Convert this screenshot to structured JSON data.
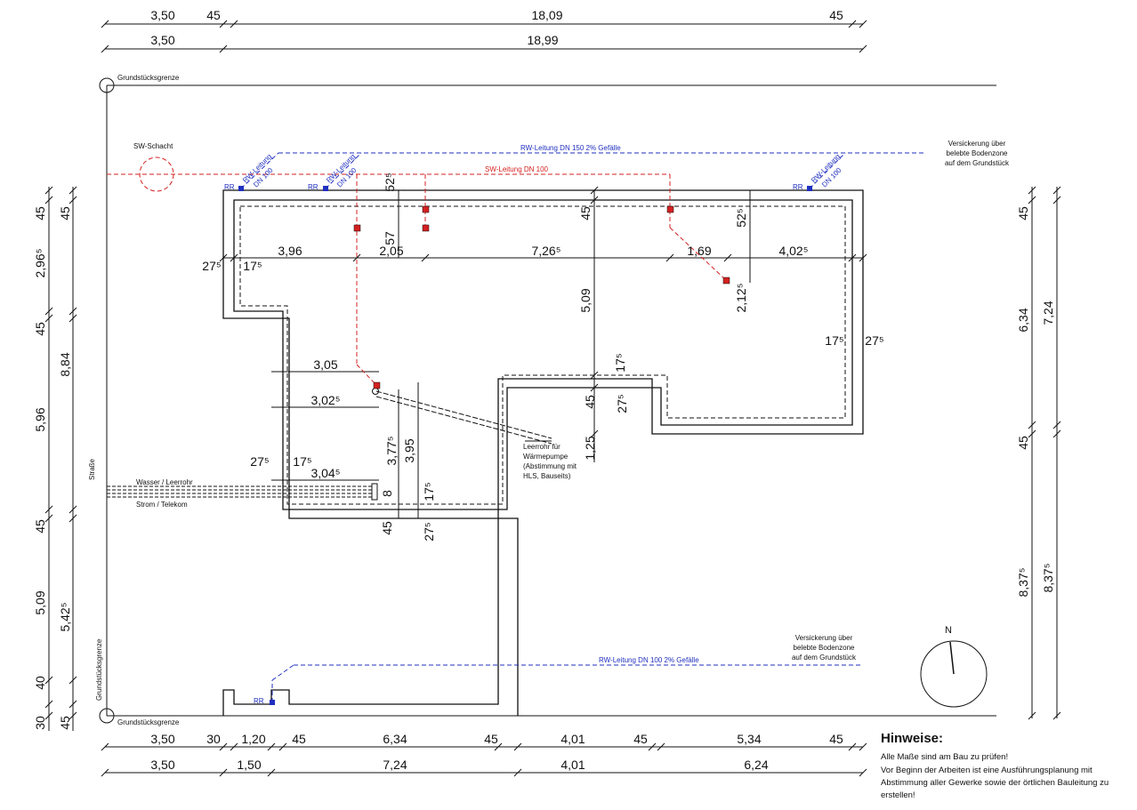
{
  "top_dims": {
    "row1": [
      "3,50",
      "45",
      "18,09",
      "45"
    ],
    "row2": [
      "3,50",
      "18,99"
    ]
  },
  "bottom_dims": {
    "row1": [
      "3,50",
      "30",
      "1,20",
      "45",
      "6,34",
      "45",
      "4,01",
      "45",
      "5,34",
      "45"
    ],
    "row2": [
      "3,50",
      "1,50",
      "7,24",
      "4,01",
      "6,24"
    ]
  },
  "left_dims": {
    "outer": [
      "45",
      "2,96⁵",
      "45",
      "5,96",
      "45",
      "5,09",
      "40",
      "30"
    ],
    "inner": [
      "45",
      "8,84",
      "5,42⁵",
      "45"
    ]
  },
  "right_dims": {
    "inner": [
      "45",
      "6,34",
      "45",
      "8,37⁵"
    ],
    "outer": [
      "7,24",
      "8,37⁵"
    ]
  },
  "interior_dims": {
    "d_52a": "52⁵",
    "d_57": "57",
    "d_45a": "45",
    "d_52b": "52⁵",
    "d_396": "3,96",
    "d_205": "2,05",
    "d_7265": "7,26⁵",
    "d_169": "1,69",
    "d_4025": "4,02⁵",
    "d_275a": "27⁵",
    "d_175a": "17⁵",
    "d_509": "5,09",
    "d_2125": "2,12⁵",
    "d_175b": "17⁵",
    "d_275b": "27⁵",
    "d_305": "3,05",
    "d_3025": "3,02⁵",
    "d_175c": "17⁵",
    "d_45b": "45",
    "d_275c": "27⁵",
    "d_125": "1,25",
    "d_3775": "3,77⁵",
    "d_395": "3,95",
    "d_275d": "27⁵",
    "d_175d": "17⁵",
    "d_3045": "3,04⁵",
    "d_8": "8",
    "d_175e": "17⁵",
    "d_45c": "45",
    "d_275e": "27⁵"
  },
  "labels": {
    "boundary_top": "Grundstücksgrenze",
    "boundary_bottom": "Grundstücksgrenze",
    "boundary_left": "Grundstücksgrenze",
    "street": "Straße",
    "sw_shaft": "SW-Schacht",
    "rw_top": "RW-Leitung DN 150 2% Gefälle",
    "sw_line": "SW-Leitung DN 100",
    "rw_bottom": "RW-Leitung DN 100 2% Gefälle",
    "rr": "RR",
    "rw_branch_1": "RW-Leitung",
    "rw_branch_2": "DN 100",
    "infiltration_top": [
      "Versickerung über",
      "belebte Bodenzone",
      "auf dem Grundstück"
    ],
    "infiltration_bottom": [
      "Versickerung über",
      "belebte Bodenzone",
      "auf dem Grundstück"
    ],
    "water": "Wasser / Leerrohr",
    "power": "Strom / Telekom",
    "heat_pump": [
      "Leerrohr für",
      "Wärmepumpe",
      "(Abstimmung mit",
      "HLS, Bauseits)"
    ],
    "north": "N"
  },
  "notes": {
    "title": "Hinweise:",
    "lines": [
      "Alle Maße sind am Bau zu prüfen!",
      "Vor Beginn der Arbeiten ist eine Ausführungsplanung mit Abstimmung aller Gewerke sowie der örtlichen Bauleitung zu erstellen!"
    ]
  },
  "colors": {
    "blue_line": "#1f2fbf",
    "red_line": "#d42020",
    "ink": "#111111"
  }
}
